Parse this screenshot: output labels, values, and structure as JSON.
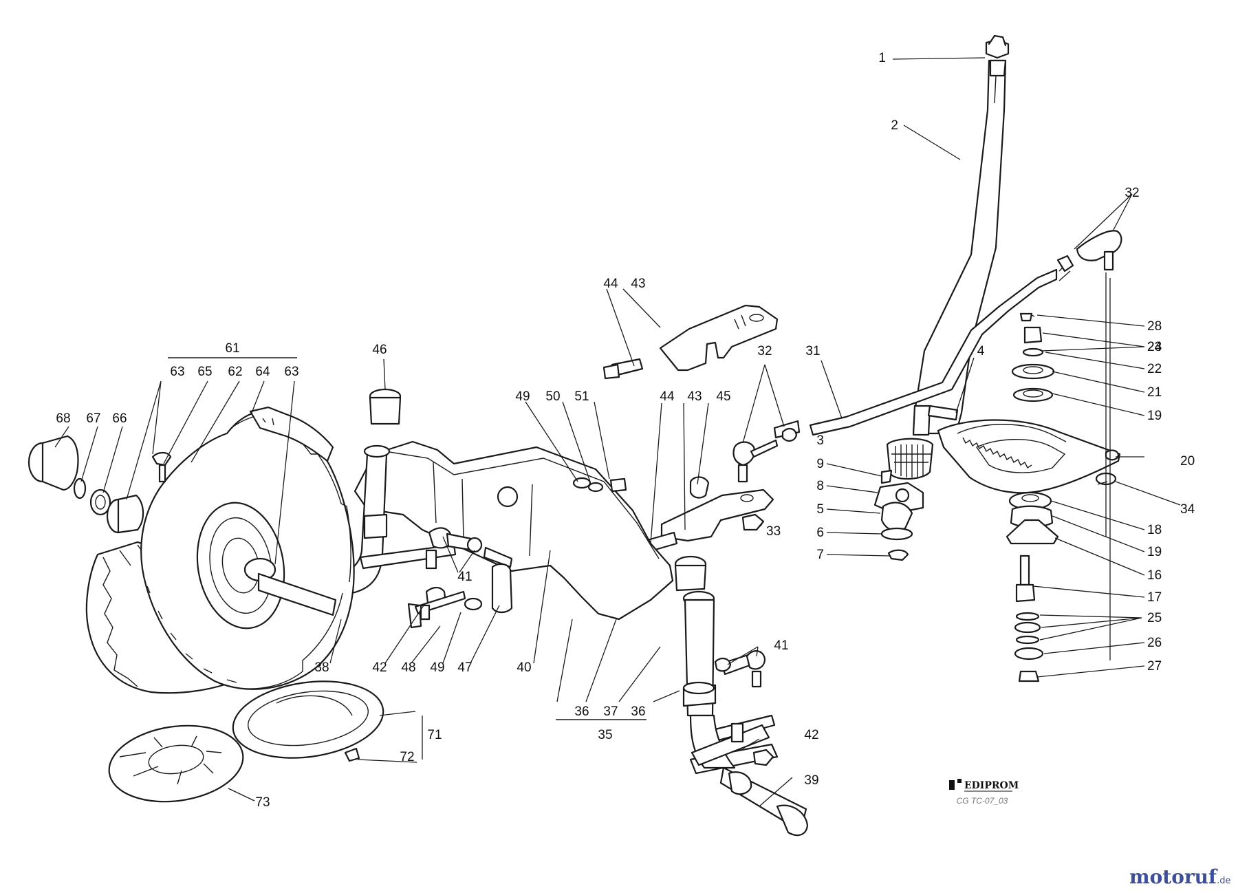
{
  "labels": [
    {
      "id": "n1",
      "text": "1"
    },
    {
      "id": "n2",
      "text": "2"
    },
    {
      "id": "n3",
      "text": "3"
    },
    {
      "id": "n4",
      "text": "4"
    },
    {
      "id": "n5",
      "text": "5"
    },
    {
      "id": "n6",
      "text": "6"
    },
    {
      "id": "n7",
      "text": "7"
    },
    {
      "id": "n8",
      "text": "8"
    },
    {
      "id": "n9",
      "text": "9"
    },
    {
      "id": "n16",
      "text": "16"
    },
    {
      "id": "n17",
      "text": "17"
    },
    {
      "id": "n18",
      "text": "18"
    },
    {
      "id": "n19a",
      "text": "19"
    },
    {
      "id": "n19b",
      "text": "19"
    },
    {
      "id": "n20",
      "text": "20"
    },
    {
      "id": "n21",
      "text": "21"
    },
    {
      "id": "n22",
      "text": "22"
    },
    {
      "id": "n23",
      "text": "23"
    },
    {
      "id": "n24",
      "text": "24"
    },
    {
      "id": "n25",
      "text": "25"
    },
    {
      "id": "n26",
      "text": "26"
    },
    {
      "id": "n27",
      "text": "27"
    },
    {
      "id": "n28",
      "text": "28"
    },
    {
      "id": "n31",
      "text": "31"
    },
    {
      "id": "n32a",
      "text": "32"
    },
    {
      "id": "n32b",
      "text": "32"
    },
    {
      "id": "n33",
      "text": "33"
    },
    {
      "id": "n34",
      "text": "34"
    },
    {
      "id": "n35",
      "text": "35"
    },
    {
      "id": "n36a",
      "text": "36"
    },
    {
      "id": "n37",
      "text": "37"
    },
    {
      "id": "n36b",
      "text": "36"
    },
    {
      "id": "n38",
      "text": "38"
    },
    {
      "id": "n39",
      "text": "39"
    },
    {
      "id": "n40",
      "text": "40"
    },
    {
      "id": "n41a",
      "text": "41"
    },
    {
      "id": "n41b",
      "text": "41"
    },
    {
      "id": "n42a",
      "text": "42"
    },
    {
      "id": "n42b",
      "text": "42"
    },
    {
      "id": "n43a",
      "text": "43"
    },
    {
      "id": "n43b",
      "text": "43"
    },
    {
      "id": "n44a",
      "text": "44"
    },
    {
      "id": "n44b",
      "text": "44"
    },
    {
      "id": "n45",
      "text": "45"
    },
    {
      "id": "n46",
      "text": "46"
    },
    {
      "id": "n47",
      "text": "47"
    },
    {
      "id": "n48",
      "text": "48"
    },
    {
      "id": "n49a",
      "text": "49"
    },
    {
      "id": "n49b",
      "text": "49"
    },
    {
      "id": "n50",
      "text": "50"
    },
    {
      "id": "n51",
      "text": "51"
    },
    {
      "id": "n61",
      "text": "61"
    },
    {
      "id": "n62",
      "text": "62"
    },
    {
      "id": "n63a",
      "text": "63"
    },
    {
      "id": "n63b",
      "text": "63"
    },
    {
      "id": "n64",
      "text": "64"
    },
    {
      "id": "n65",
      "text": "65"
    },
    {
      "id": "n66",
      "text": "66"
    },
    {
      "id": "n67",
      "text": "67"
    },
    {
      "id": "n68",
      "text": "68"
    },
    {
      "id": "n71",
      "text": "71"
    },
    {
      "id": "n72",
      "text": "72"
    },
    {
      "id": "n73",
      "text": "73"
    }
  ],
  "publisher_mark": "EDIPROM",
  "drawing_code": "CG TC-07_03",
  "watermark": {
    "part1": "motoruf",
    "part2": ".de"
  }
}
